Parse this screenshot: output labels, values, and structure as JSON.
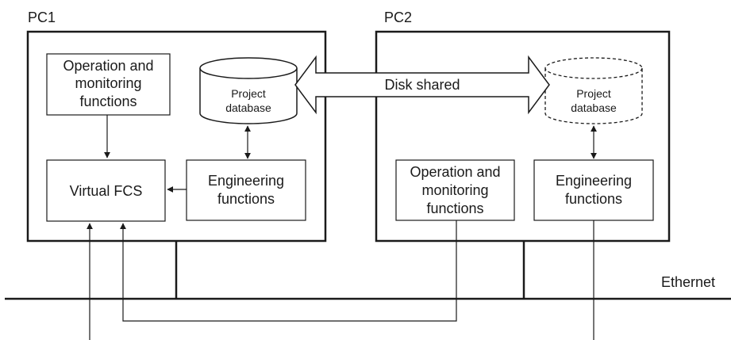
{
  "pc1": {
    "label": "PC1",
    "operation_box": [
      "Operation and",
      "monitoring",
      "functions"
    ],
    "database": [
      "Project",
      "database"
    ],
    "virtual_fcs": "Virtual FCS",
    "engineering_box": [
      "Engineering",
      "functions"
    ]
  },
  "pc2": {
    "label": "PC2",
    "operation_box": [
      "Operation and",
      "monitoring",
      "functions"
    ],
    "database": [
      "Project",
      "database"
    ],
    "engineering_box": [
      "Engineering",
      "functions"
    ]
  },
  "shared_arrow_label": "Disk shared",
  "network_label": "Ethernet"
}
